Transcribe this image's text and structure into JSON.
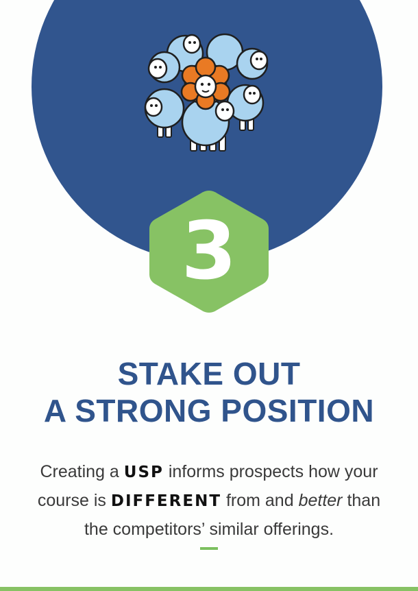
{
  "badge": {
    "number": "3"
  },
  "headline": {
    "line1": "STAKE OUT",
    "line2": "A STRONG POSITION"
  },
  "body": {
    "line1_before": "Creating a ",
    "usp": "USP",
    "line1_after": " informs prospects how your",
    "line2_before": "course is ",
    "different": "DIFFERENT",
    "line2_middle": " from and ",
    "better": "better",
    "line2_after": " than",
    "line3": "the competitors’ similar offerings."
  },
  "colors": {
    "circle": "#31558e",
    "hexagon": "#87c264",
    "headline": "#30548c",
    "sheep_blue": "#a9d3ef",
    "sheep_orange": "#e97a24",
    "accent": "#7cc05f"
  },
  "icons": {
    "illustration": "sheep-flock-icon",
    "highlight": "orange-sheep-icon"
  }
}
